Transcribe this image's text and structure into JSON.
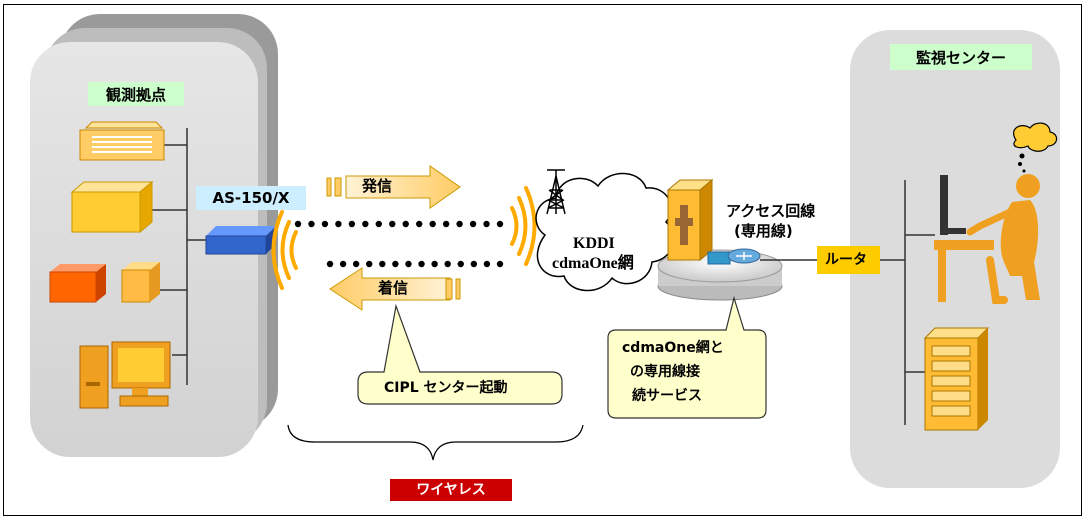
{
  "observation_site": {
    "label": "観測拠点",
    "device_label": "AS-150/X"
  },
  "monitor_center": {
    "label": "監視センター",
    "router_label": "ルータ"
  },
  "signals": {
    "outgoing_label": "発信",
    "incoming_label": "着信"
  },
  "network": {
    "line1": "KDDI",
    "line2": "cdmaOne網"
  },
  "access_line": {
    "line1": "アクセス回線",
    "line2": "(専用線)"
  },
  "callouts": {
    "cipl": "CIPL センター起動",
    "service_line1": "cdmaOne網と",
    "service_line2": "の専用線接",
    "service_line3": "続サービス"
  },
  "wireless_badge": "ワイヤレス",
  "colors": {
    "green_label": "#ccffcc",
    "arrow_fill": "#ffcc66",
    "callout_fill": "#ffffcc",
    "badge_red": "#cc0000",
    "router_bg": "#ffcc00",
    "device_blue": "#3366cc"
  }
}
